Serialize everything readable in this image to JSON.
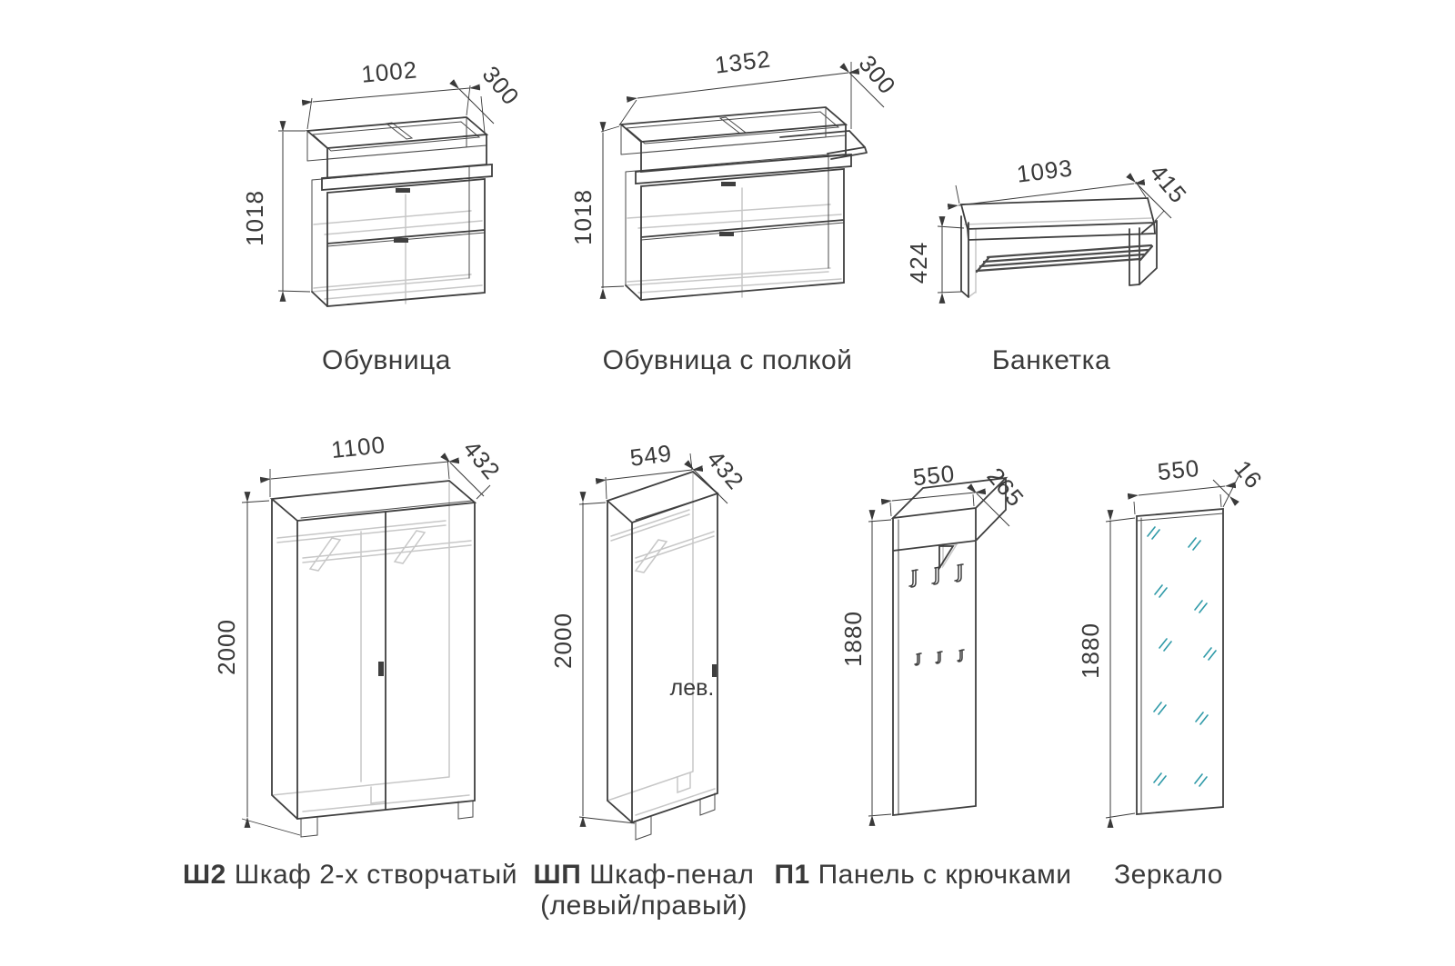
{
  "colors": {
    "background": "#ffffff",
    "line_dark": "#3f3f3f",
    "line_light": "#c7c7c7",
    "dimension": "#3a3a3a",
    "mirror_hatch": "#2f9aa8",
    "text": "#3a3a3a"
  },
  "items": [
    {
      "id": "shoe-cabinet",
      "label": "Обувница",
      "width": "1002",
      "depth": "300",
      "height": "1018"
    },
    {
      "id": "shoe-cabinet-with-shelf",
      "label": "Обувница с полкой",
      "width": "1352",
      "depth": "300",
      "height": "1018"
    },
    {
      "id": "bench",
      "label": "Банкетка",
      "width": "1093",
      "depth": "415",
      "height": "424"
    },
    {
      "id": "wardrobe-two-door",
      "code": "Ш2",
      "label": "Шкаф 2-х створчатый",
      "width": "1100",
      "depth": "432",
      "height": "2000"
    },
    {
      "id": "tall-cabinet",
      "code": "ШП",
      "label": "Шкаф-пенал",
      "sublabel": "(левый/правый)",
      "annotation": "лев.",
      "width": "549",
      "depth": "432",
      "height": "2000"
    },
    {
      "id": "hook-panel",
      "code": "П1",
      "label": "Панель с крючками",
      "width": "550",
      "depth": "265",
      "height": "1880"
    },
    {
      "id": "mirror",
      "label": "Зеркало",
      "width": "550",
      "depth": "16",
      "height": "1880"
    }
  ]
}
